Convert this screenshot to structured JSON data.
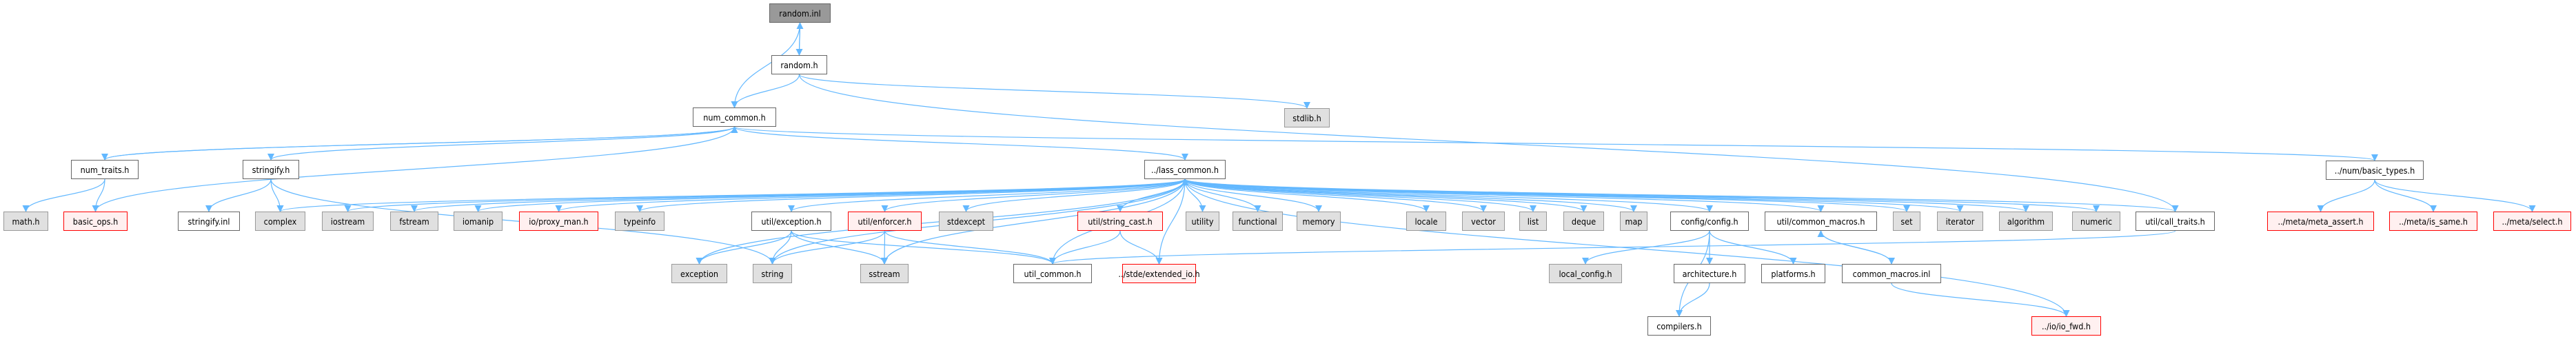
{
  "diagram": {
    "type": "include-dependency-graph",
    "root": "random.inl",
    "edge_color": "#63b8ff",
    "colors": {
      "root_fill": "#999999",
      "documented_fill": "#ffffff",
      "system_fill": "#e0e0e0",
      "missing_fill": "#fff0f0",
      "missing_border": "#ff0000"
    },
    "nodes": [
      {
        "id": "random_inl",
        "label": "random.inl",
        "kind": "root"
      },
      {
        "id": "random_h",
        "label": "random.h",
        "kind": "doc"
      },
      {
        "id": "num_common",
        "label": "num_common.h",
        "kind": "doc"
      },
      {
        "id": "stdlib",
        "label": "stdlib.h",
        "kind": "sys"
      },
      {
        "id": "num_traits",
        "label": "num_traits.h",
        "kind": "doc"
      },
      {
        "id": "stringify",
        "label": "stringify.h",
        "kind": "doc"
      },
      {
        "id": "lass_common",
        "label": "../lass_common.h",
        "kind": "doc"
      },
      {
        "id": "basic_types",
        "label": "../num/basic_types.h",
        "kind": "doc"
      },
      {
        "id": "math",
        "label": "math.h",
        "kind": "sys"
      },
      {
        "id": "basic_ops",
        "label": "basic_ops.h",
        "kind": "miss"
      },
      {
        "id": "stringify_inl",
        "label": "stringify.inl",
        "kind": "doc"
      },
      {
        "id": "complex",
        "label": "complex",
        "kind": "sys"
      },
      {
        "id": "iostream",
        "label": "iostream",
        "kind": "sys"
      },
      {
        "id": "fstream",
        "label": "fstream",
        "kind": "sys"
      },
      {
        "id": "iomanip",
        "label": "iomanip",
        "kind": "sys"
      },
      {
        "id": "proxy_man",
        "label": "io/proxy_man.h",
        "kind": "miss"
      },
      {
        "id": "typeinfo",
        "label": "typeinfo",
        "kind": "sys"
      },
      {
        "id": "exception_h",
        "label": "util/exception.h",
        "kind": "doc"
      },
      {
        "id": "enforcer",
        "label": "util/enforcer.h",
        "kind": "miss"
      },
      {
        "id": "stdexcept",
        "label": "stdexcept",
        "kind": "sys"
      },
      {
        "id": "string_cast",
        "label": "util/string_cast.h",
        "kind": "miss"
      },
      {
        "id": "utility",
        "label": "utility",
        "kind": "sys"
      },
      {
        "id": "functional",
        "label": "functional",
        "kind": "sys"
      },
      {
        "id": "memory",
        "label": "memory",
        "kind": "sys"
      },
      {
        "id": "locale",
        "label": "locale",
        "kind": "sys"
      },
      {
        "id": "vector",
        "label": "vector",
        "kind": "sys"
      },
      {
        "id": "list",
        "label": "list",
        "kind": "sys"
      },
      {
        "id": "deque",
        "label": "deque",
        "kind": "sys"
      },
      {
        "id": "map",
        "label": "map",
        "kind": "sys"
      },
      {
        "id": "config",
        "label": "config/config.h",
        "kind": "doc"
      },
      {
        "id": "common_macros",
        "label": "util/common_macros.h",
        "kind": "doc"
      },
      {
        "id": "set",
        "label": "set",
        "kind": "sys"
      },
      {
        "id": "iterator",
        "label": "iterator",
        "kind": "sys"
      },
      {
        "id": "algorithm",
        "label": "algorithm",
        "kind": "sys"
      },
      {
        "id": "numeric",
        "label": "numeric",
        "kind": "sys"
      },
      {
        "id": "call_traits",
        "label": "util/call_traits.h",
        "kind": "doc"
      },
      {
        "id": "meta_assert",
        "label": "../meta/meta_assert.h",
        "kind": "miss"
      },
      {
        "id": "is_same",
        "label": "../meta/is_same.h",
        "kind": "miss"
      },
      {
        "id": "select",
        "label": "../meta/select.h",
        "kind": "miss"
      },
      {
        "id": "exception",
        "label": "exception",
        "kind": "sys"
      },
      {
        "id": "string",
        "label": "string",
        "kind": "sys"
      },
      {
        "id": "sstream",
        "label": "sstream",
        "kind": "sys"
      },
      {
        "id": "util_common",
        "label": "util_common.h",
        "kind": "doc"
      },
      {
        "id": "extended_io",
        "label": "../stde/extended_io.h",
        "kind": "miss"
      },
      {
        "id": "local_config",
        "label": "local_config.h",
        "kind": "sys"
      },
      {
        "id": "architecture",
        "label": "architecture.h",
        "kind": "doc"
      },
      {
        "id": "platforms",
        "label": "platforms.h",
        "kind": "doc"
      },
      {
        "id": "common_macros_inl",
        "label": "common_macros.inl",
        "kind": "doc"
      },
      {
        "id": "compilers",
        "label": "compilers.h",
        "kind": "doc"
      },
      {
        "id": "io_fwd",
        "label": "../io/io_fwd.h",
        "kind": "miss"
      }
    ],
    "edges": [
      [
        "random_inl",
        "random_h"
      ],
      [
        "random_h",
        "random_inl"
      ],
      [
        "random_inl",
        "num_common"
      ],
      [
        "random_h",
        "num_common"
      ],
      [
        "random_h",
        "stdlib"
      ],
      [
        "random_h",
        "call_traits"
      ],
      [
        "num_common",
        "num_traits"
      ],
      [
        "num_common",
        "stringify"
      ],
      [
        "num_common",
        "lass_common"
      ],
      [
        "num_common",
        "basic_types"
      ],
      [
        "num_traits",
        "num_common"
      ],
      [
        "num_traits",
        "math"
      ],
      [
        "num_traits",
        "basic_ops"
      ],
      [
        "basic_ops",
        "num_common"
      ],
      [
        "stringify",
        "stringify_inl"
      ],
      [
        "stringify",
        "complex"
      ],
      [
        "stringify",
        "string"
      ],
      [
        "lass_common",
        "complex"
      ],
      [
        "lass_common",
        "iostream"
      ],
      [
        "lass_common",
        "fstream"
      ],
      [
        "lass_common",
        "iomanip"
      ],
      [
        "lass_common",
        "proxy_man"
      ],
      [
        "lass_common",
        "typeinfo"
      ],
      [
        "lass_common",
        "exception_h"
      ],
      [
        "lass_common",
        "enforcer"
      ],
      [
        "lass_common",
        "stdexcept"
      ],
      [
        "lass_common",
        "string_cast"
      ],
      [
        "lass_common",
        "utility"
      ],
      [
        "lass_common",
        "functional"
      ],
      [
        "lass_common",
        "memory"
      ],
      [
        "lass_common",
        "locale"
      ],
      [
        "lass_common",
        "vector"
      ],
      [
        "lass_common",
        "list"
      ],
      [
        "lass_common",
        "deque"
      ],
      [
        "lass_common",
        "map"
      ],
      [
        "lass_common",
        "config"
      ],
      [
        "lass_common",
        "common_macros"
      ],
      [
        "lass_common",
        "set"
      ],
      [
        "lass_common",
        "iterator"
      ],
      [
        "lass_common",
        "algorithm"
      ],
      [
        "lass_common",
        "numeric"
      ],
      [
        "lass_common",
        "call_traits"
      ],
      [
        "lass_common",
        "exception"
      ],
      [
        "lass_common",
        "string"
      ],
      [
        "lass_common",
        "sstream"
      ],
      [
        "lass_common",
        "extended_io"
      ],
      [
        "lass_common",
        "io_fwd"
      ],
      [
        "exception_h",
        "exception"
      ],
      [
        "exception_h",
        "string"
      ],
      [
        "exception_h",
        "sstream"
      ],
      [
        "exception_h",
        "util_common"
      ],
      [
        "enforcer",
        "string"
      ],
      [
        "enforcer",
        "sstream"
      ],
      [
        "enforcer",
        "util_common"
      ],
      [
        "string_cast",
        "util_common"
      ],
      [
        "string_cast",
        "extended_io"
      ],
      [
        "util_common",
        "lass_common"
      ],
      [
        "call_traits",
        "util_common"
      ],
      [
        "config",
        "local_config"
      ],
      [
        "config",
        "compilers"
      ],
      [
        "config",
        "architecture"
      ],
      [
        "config",
        "platforms"
      ],
      [
        "architecture",
        "compilers"
      ],
      [
        "common_macros",
        "common_macros_inl"
      ],
      [
        "common_macros_inl",
        "common_macros"
      ],
      [
        "common_macros_inl",
        "io_fwd"
      ],
      [
        "basic_types",
        "meta_assert"
      ],
      [
        "basic_types",
        "is_same"
      ],
      [
        "basic_types",
        "select"
      ]
    ]
  }
}
